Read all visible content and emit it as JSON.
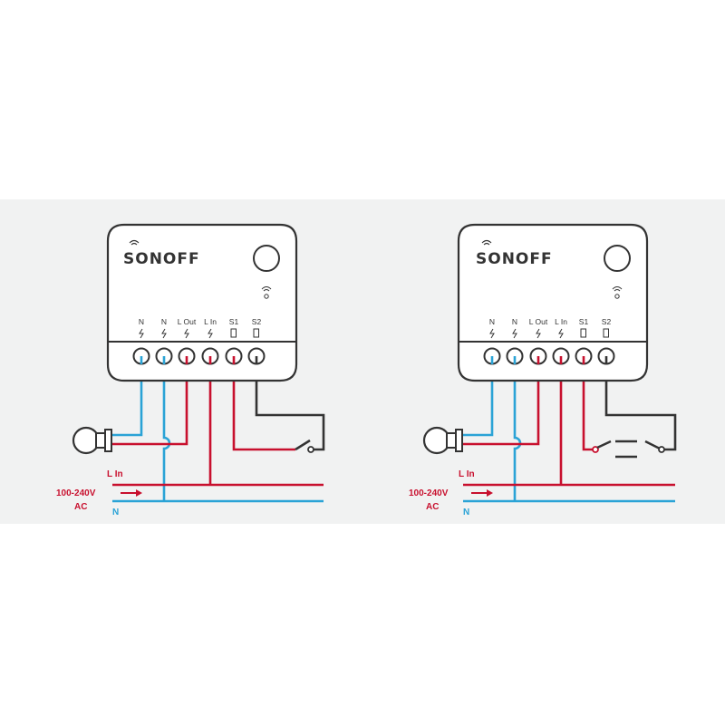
{
  "diagrams": [
    {
      "brand": "SONOFF",
      "terminals": [
        "N",
        "N",
        "L Out",
        "L In",
        "S1",
        "S2"
      ],
      "line_label": "L In",
      "voltage_label": "100-240V",
      "ac_label": "AC",
      "neutral_label": "N",
      "switch_type": "single"
    },
    {
      "brand": "SONOFF",
      "terminals": [
        "N",
        "N",
        "L Out",
        "L In",
        "S1",
        "S2"
      ],
      "line_label": "L In",
      "voltage_label": "100-240V",
      "ac_label": "AC",
      "neutral_label": "N",
      "switch_type": "double"
    }
  ],
  "colors": {
    "live": "#c8102e",
    "neutral": "#2aa3d6",
    "switch_wire": "#333333",
    "panel_bg": "#f1f2f2"
  }
}
